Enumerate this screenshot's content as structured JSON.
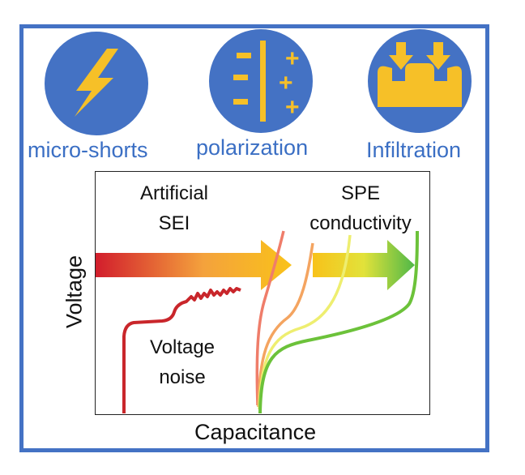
{
  "icons": [
    {
      "name": "lightning-bolt-icon",
      "label": "micro-shorts"
    },
    {
      "name": "polarization-icon",
      "label": "polarization"
    },
    {
      "name": "infiltration-icon",
      "label": "Infiltration"
    }
  ],
  "polarization_signs": {
    "minus": "−",
    "plus": "+"
  },
  "plot": {
    "annotations": {
      "artificial_line1": "Artificial",
      "artificial_line2": "SEI",
      "spe_line1": "SPE",
      "spe_line2": "conductivity",
      "noise_line1": "Voltage",
      "noise_line2": "noise"
    },
    "xlabel": "Capacitance",
    "ylabel": "Voltage"
  },
  "colors": {
    "frame": "#4472c4",
    "circle": "#4472c4",
    "icon_fill": "#f6c028",
    "label": "#3b6fc4",
    "noise_curve": "#c9262b",
    "curve1": "#ef7d6a",
    "curve2": "#f4a460",
    "curve3": "#eeee70",
    "curve4": "#6cc23a"
  }
}
